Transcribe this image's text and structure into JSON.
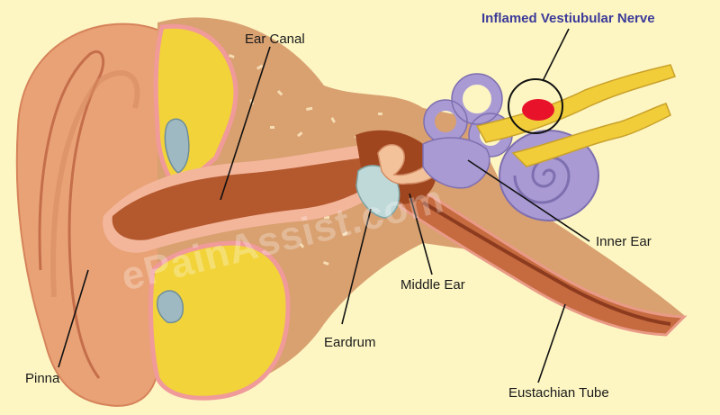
{
  "diagram": {
    "labels": {
      "ear_canal": "Ear Canal",
      "inflamed_nerve": "Inflamed Vestiubular Nerve",
      "inner_ear": "Inner Ear",
      "middle_ear": "Middle Ear",
      "eardrum": "Eardrum",
      "pinna": "Pinna",
      "eustachian_tube": "Eustachian Tube"
    },
    "watermark": "ePainAssist.com",
    "colors": {
      "background": "#fdf6c3",
      "skin": "#e9a276",
      "tissue": "#d9a070",
      "cartilage": "#f2d33a",
      "canal": "#b4582d",
      "inner_ear": "#a99ad3",
      "nerve": "#f1cd3a",
      "inflammation": "#e8132a",
      "highlight_text": "#3c3a99"
    }
  }
}
